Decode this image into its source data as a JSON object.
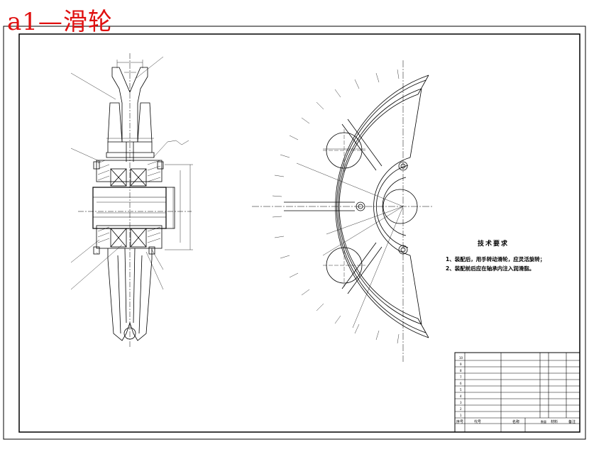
{
  "title": "a1—滑轮",
  "technical_requirements": {
    "heading": "技术要求",
    "items": [
      "1、装配后，用手转动滑轮，应灵活旋转；",
      "2、装配前后应在轴承内注入润滑脂。"
    ]
  },
  "title_block": {
    "bom_rows": [
      "10",
      "9",
      "8",
      "7",
      "6",
      "5",
      "4",
      "3",
      "2",
      "1"
    ],
    "header_no": "序号",
    "header_code": "代号",
    "header_name": "名称",
    "header_qty": "数量",
    "header_material": "材料",
    "header_note": "备注"
  }
}
